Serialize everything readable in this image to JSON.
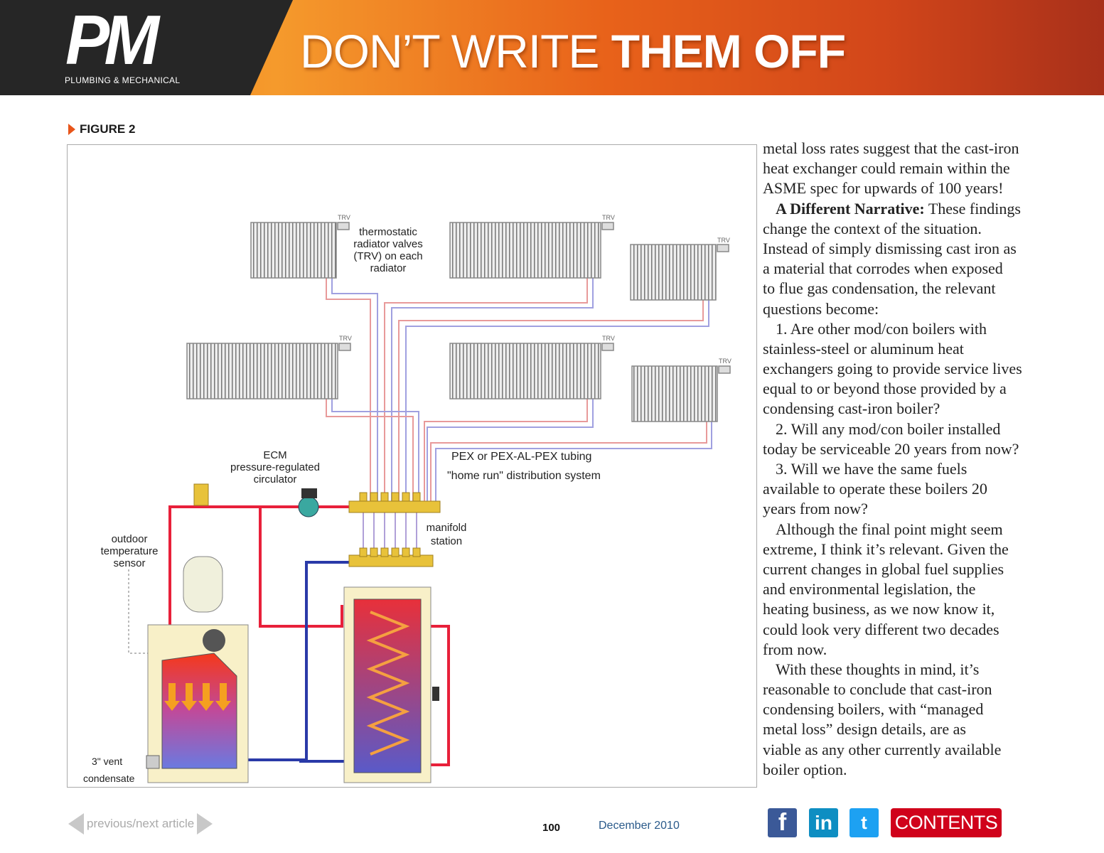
{
  "header": {
    "logo": "PM",
    "logo_sub": "PLUMBING & MECHANICAL",
    "headline_light": "DON’T WRITE ",
    "headline_bold": "THEM OFF"
  },
  "figure": {
    "label": "FIGURE 2",
    "labels": {
      "trv": "TRV",
      "trv_note": [
        "thermostatic",
        "radiator valves",
        "(TRV) on each",
        "radiator"
      ],
      "ecm": [
        "ECM",
        "pressure-regulated",
        "circulator"
      ],
      "pex": "PEX or PEX-AL-PEX tubing",
      "home_run": "\"home run\" distribution system",
      "manifold": [
        "manifold",
        "station"
      ],
      "sensor": [
        "outdoor",
        "temperature",
        "sensor"
      ],
      "vent": "3\" vent",
      "condensate": "condensate"
    }
  },
  "article": {
    "lines": [
      {
        "t": "metal loss rates suggest that the cast-iron"
      },
      {
        "t": "heat exchanger could remain within the"
      },
      {
        "t": "ASME spec for upwards of 100 years!"
      },
      {
        "b": "A Different Narrative:",
        "t": " These findings",
        "ind": true
      },
      {
        "t": "change the context of the situation."
      },
      {
        "t": "Instead of simply dismissing cast iron as"
      },
      {
        "t": "a material that corrodes when exposed"
      },
      {
        "t": "to flue gas condensation, the relevant"
      },
      {
        "t": "questions become:"
      },
      {
        "t": "1. Are other mod/con boilers with",
        "ind": true
      },
      {
        "t": "stainless-steel or aluminum heat"
      },
      {
        "t": "exchangers going to provide service lives"
      },
      {
        "t": "equal to or beyond those provided by a"
      },
      {
        "t": "condensing cast-iron boiler?"
      },
      {
        "t": "2. Will any mod/con boiler installed",
        "ind": true
      },
      {
        "t": "today be serviceable 20 years from now?"
      },
      {
        "t": "3. Will we have the same fuels",
        "ind": true
      },
      {
        "t": "available to operate these boilers 20"
      },
      {
        "t": "years from now?"
      },
      {
        "t": "Although the final point might seem",
        "ind": true
      },
      {
        "t": "extreme, I think it’s relevant. Given the"
      },
      {
        "t": "current changes in global fuel supplies"
      },
      {
        "t": "and environmental legislation, the"
      },
      {
        "t": "heating business, as we now know it,"
      },
      {
        "t": "could look very different two decades"
      },
      {
        "t": "from now."
      },
      {
        "t": "With these thoughts in mind, it’s",
        "ind": true
      },
      {
        "t": "reasonable to conclude that cast-iron"
      },
      {
        "t": "condensing boilers, with “managed"
      },
      {
        "t": "metal loss” design details, are as"
      },
      {
        "t": "viable as any other currently available"
      },
      {
        "t": "boiler option."
      }
    ]
  },
  "footer": {
    "nav_label": "previous/next article",
    "page_number": "100",
    "issue_date": "December 2010",
    "facebook": "f",
    "linkedin": "in",
    "twitter": "t",
    "contents_label": "CONTENTS",
    "colors": {
      "facebook": "#3b5998",
      "linkedin": "#0e8ec2",
      "twitter": "#1da1f2",
      "contents": "#d0021b"
    }
  }
}
